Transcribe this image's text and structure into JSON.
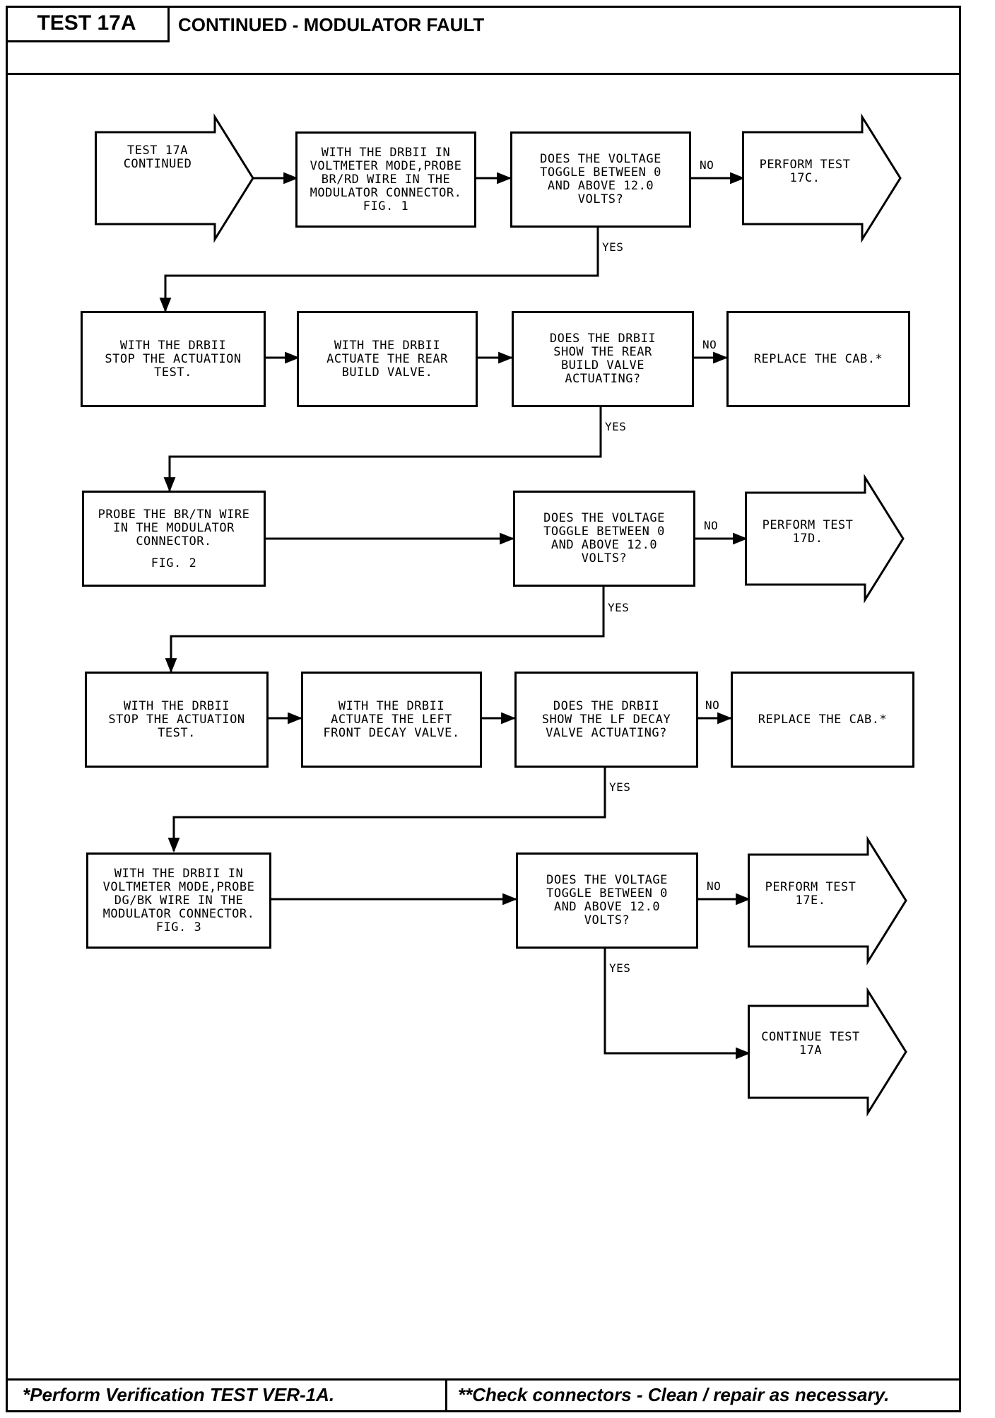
{
  "header": {
    "test_id": "TEST 17A",
    "title": "CONTINUED - MODULATOR FAULT"
  },
  "flowchart": {
    "row1": {
      "start": "TEST 17A\nCONTINUED",
      "step": "WITH THE DRBII IN\nVOLTMETER MODE,PROBE\nBR/RD WIRE IN THE\nMODULATOR CONNECTOR.\nFIG. 1",
      "question": "DOES THE VOLTAGE\nTOGGLE BETWEEN 0\nAND ABOVE 12.0\nVOLTS?",
      "no_label": "NO",
      "no_result": "PERFORM TEST\n17C.",
      "yes_label": "YES"
    },
    "row2": {
      "step1": "WITH THE DRBII\nSTOP THE ACTUATION\nTEST.",
      "step2": "WITH THE DRBII\nACTUATE THE REAR\nBUILD VALVE.",
      "question": "DOES THE DRBII\nSHOW THE REAR\nBUILD VALVE\nACTUATING?",
      "no_label": "NO",
      "no_result": "REPLACE THE CAB.*",
      "yes_label": "YES"
    },
    "row3": {
      "step": "PROBE THE BR/TN WIRE\nIN THE MODULATOR\nCONNECTOR.",
      "step_fig": "FIG. 2",
      "question": "DOES THE VOLTAGE\nTOGGLE BETWEEN 0\nAND ABOVE 12.0\nVOLTS?",
      "no_label": "NO",
      "no_result": "PERFORM TEST\n17D.",
      "yes_label": "YES"
    },
    "row4": {
      "step1": "WITH THE DRBII\nSTOP THE ACTUATION\nTEST.",
      "step2": "WITH THE DRBII\nACTUATE THE LEFT\nFRONT DECAY VALVE.",
      "question": "DOES THE DRBII\nSHOW THE LF DECAY\nVALVE ACTUATING?",
      "no_label": "NO",
      "no_result": "REPLACE THE CAB.*",
      "yes_label": "YES"
    },
    "row5": {
      "step": "WITH THE DRBII IN\nVOLTMETER MODE,PROBE\nDG/BK WIRE IN THE\nMODULATOR CONNECTOR.\nFIG. 3",
      "question": "DOES THE VOLTAGE\nTOGGLE BETWEEN 0\nAND ABOVE 12.0\nVOLTS?",
      "no_label": "NO",
      "no_result": "PERFORM TEST\n17E.",
      "yes_label": "YES",
      "yes_result": "CONTINUE TEST\n17A"
    }
  },
  "footer": {
    "left_note": "*Perform Verification TEST VER-1A.",
    "right_note": "**Check connectors - Clean / repair as necessary."
  }
}
